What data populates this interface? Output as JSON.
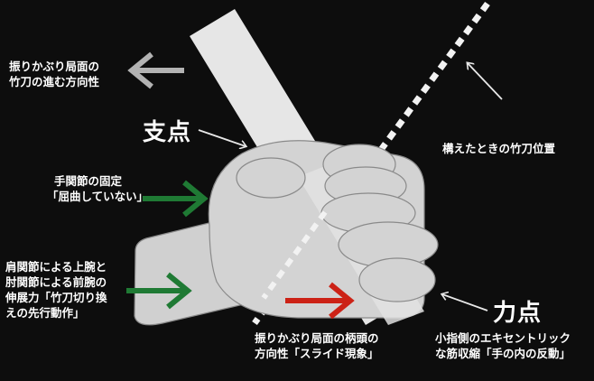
{
  "labels": {
    "swing_direction": [
      "振りかぶり局面の",
      "竹刀の進む方向性"
    ],
    "fulcrum": "支点",
    "wrist_fixed": [
      "手関節の固定",
      "「屈曲していない」"
    ],
    "shoulder_elbow": [
      "肩関節による上腕と",
      "肘関節による前腕の",
      "伸展力「竹刀切り換",
      "えの先行動作」"
    ],
    "ready_position": "構えたときの竹刀位置",
    "effort_point": "力点",
    "slide": [
      "振りかぶり局面の柄頭の",
      "方向性「スライド現象」"
    ],
    "little_finger": [
      "小指側のエキセントリック",
      "な筋収縮「手の内の反動」"
    ]
  },
  "colors": {
    "background": "#0d0d0d",
    "shaft": "#e6e6e6",
    "hand": "#d3d3d3",
    "arrow_white": "#e8e8e8",
    "arrow_gray": "#b3b3b3",
    "arrow_green": "#1f7a34",
    "arrow_red": "#cc2216",
    "text": "#ffffff"
  }
}
